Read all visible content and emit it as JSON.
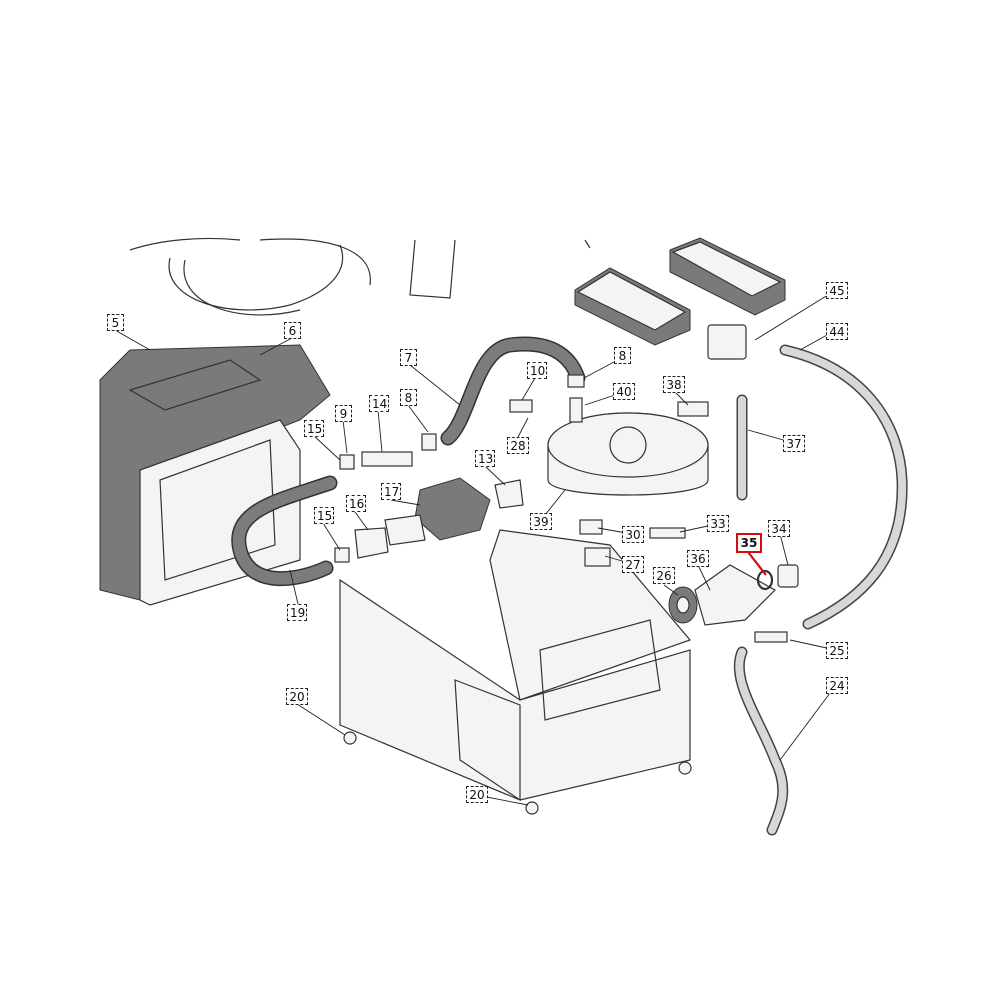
{
  "diagram": {
    "highlighted_part": "35",
    "highlight_color": "#d01010",
    "part_labels": [
      "5",
      "6",
      "7",
      "8",
      "8",
      "9",
      "10",
      "13",
      "14",
      "15",
      "15",
      "16",
      "17",
      "19",
      "20",
      "20",
      "24",
      "25",
      "26",
      "27",
      "28",
      "30",
      "33",
      "34",
      "35",
      "36",
      "37",
      "38",
      "39",
      "40",
      "44",
      "45"
    ]
  }
}
